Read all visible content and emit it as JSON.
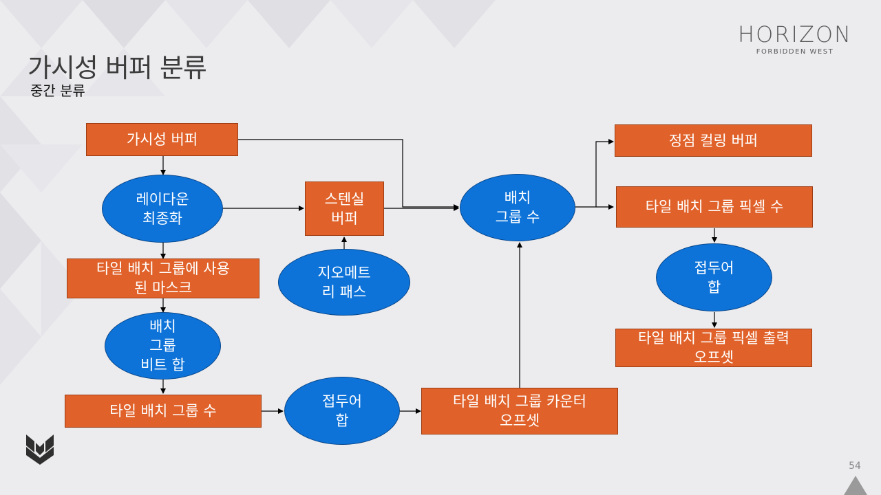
{
  "slide": {
    "title": "가시성 버퍼 분류",
    "subtitle": "중간 분류",
    "page_number": "54"
  },
  "logo": {
    "main": "HORIZON",
    "sub": "FORBIDDEN WEST"
  },
  "diagram": {
    "nodes": {
      "visibility_buffer": "가시성 버퍼",
      "raydown_finalize": "레이다운\n최종화",
      "tile_batch_group_mask": "타일 배치 그룹에 사용\n된 마스크",
      "batch_group_bit_sum": "배치\n그룹\n비트 합",
      "tile_batch_group_count": "타일 배치 그룹 수",
      "prefix_sum_1": "접두어\n합",
      "tile_batch_group_counter_offset": "타일 배치 그룹 카운터\n오프셋",
      "stencil_buffer": "스텐실\n버퍼",
      "geometry_pass": "지오메트\n리 패스",
      "batch_group_count": "배치\n그룹 수",
      "vertex_culling_buffer": "정점 컬링 버퍼",
      "tile_batch_group_pixel_count": "타일 배치 그룹 픽셀 수",
      "prefix_sum_2": "접두어\n합",
      "tile_batch_group_pixel_output_offset": "타일 배치 그룹 픽셀 출력\n오프셋"
    },
    "colors": {
      "buffer_fill": "#e0622a",
      "pass_fill": "#0d73d9",
      "text": "#ffffff"
    }
  }
}
